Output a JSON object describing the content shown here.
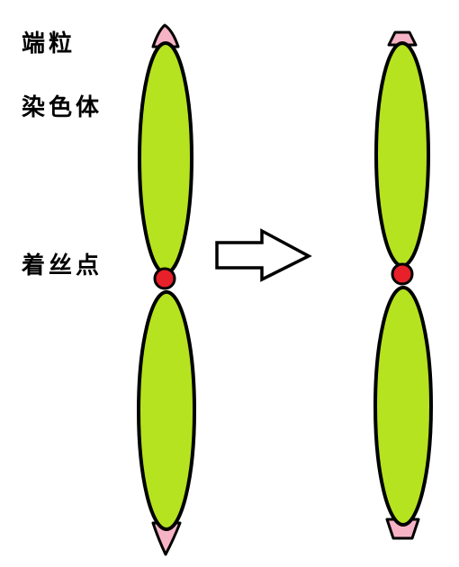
{
  "labels": {
    "telomere": "端粒",
    "chromosome": "染色体",
    "centromere": "着丝点"
  },
  "colors": {
    "chromatid_fill": "#b5e31f",
    "telomere_fill": "#f7b3c6",
    "centromere_fill": "#e8202a",
    "outline": "#000000",
    "arrow_fill": "#ffffff"
  }
}
